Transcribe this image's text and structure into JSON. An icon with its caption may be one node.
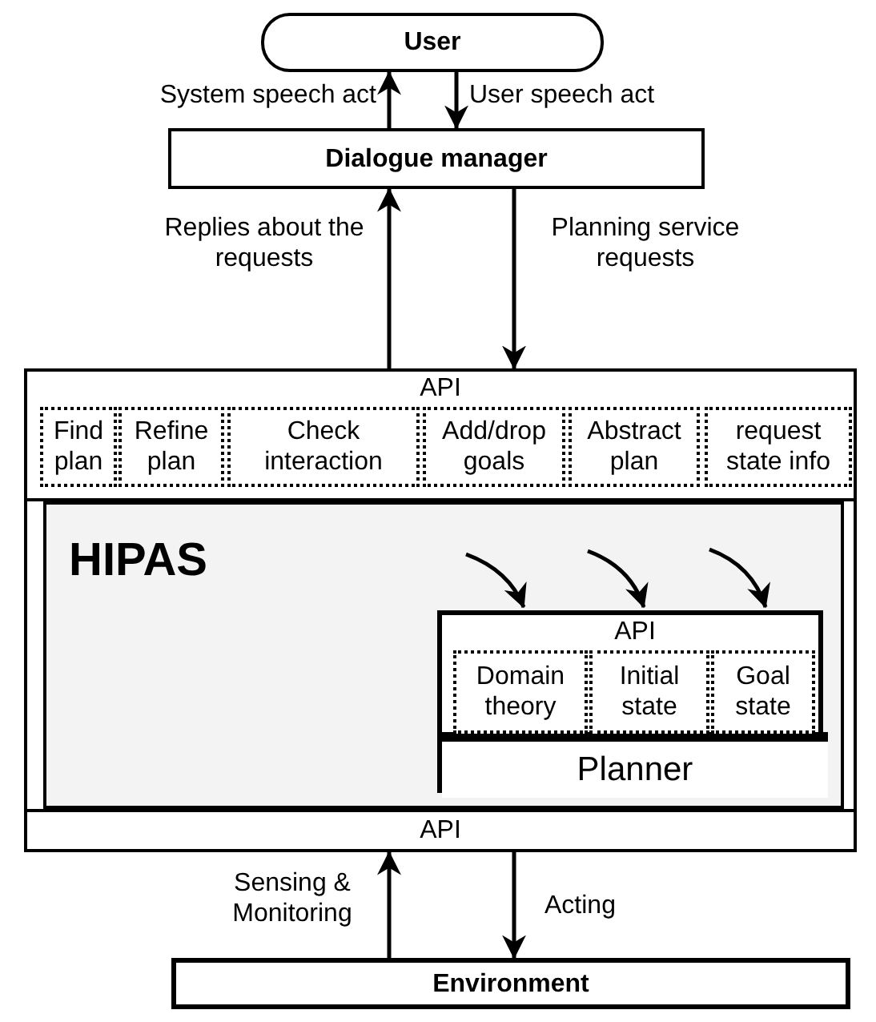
{
  "diagram": {
    "nodes": [
      {
        "text": [
          "User"
        ]
      },
      {
        "text": [
          "Dialogue manager"
        ]
      },
      {
        "text": [
          "API"
        ]
      },
      {
        "text": [
          "Find plan"
        ],
        "in": 2
      },
      {
        "text": [
          "Refine plan"
        ],
        "in": 2
      },
      {
        "text": [
          "Check interaction"
        ],
        "in": 2
      },
      {
        "text": [
          "Add/drop goals"
        ],
        "in": 2
      },
      {
        "text": [
          "Abstract plan"
        ],
        "in": 2
      },
      {
        "text": [
          "request state info"
        ],
        "in": 2
      },
      {
        "text": [
          "HIPAS"
        ]
      },
      {
        "text": [],
        "shape": "box",
        "in": 9
      },
      {
        "text": [
          "API"
        ],
        "in": 10
      },
      {
        "text": [
          "Domain theory"
        ],
        "in": 11
      },
      {
        "text": [
          "Initial state"
        ],
        "in": 11
      },
      {
        "text": [
          "Goal state"
        ],
        "in": 11
      },
      {
        "text": [
          "Planner"
        ],
        "in": 10
      },
      {
        "text": [
          "API"
        ]
      },
      {
        "text": [
          "Environment"
        ]
      }
    ],
    "edges": [
      {
        "from": 1,
        "to": 0,
        "arrow": "to",
        "label": "System speech act"
      },
      {
        "from": 0,
        "to": 1,
        "arrow": "to",
        "label": "User speech act"
      },
      {
        "from": 2,
        "to": 1,
        "arrow": "to",
        "label": "Replies about the requests"
      },
      {
        "from": 1,
        "to": 2,
        "arrow": "to",
        "label": "Planning service requests"
      },
      {
        "from": null,
        "to": 11,
        "arrow": "to"
      },
      {
        "from": null,
        "to": 11,
        "arrow": "to"
      },
      {
        "from": null,
        "to": 11,
        "arrow": "to"
      },
      {
        "from": 17,
        "to": 16,
        "arrow": "to",
        "label": "Sensing & Monitoring"
      },
      {
        "from": 16,
        "to": 17,
        "arrow": "to",
        "label": "Acting"
      }
    ]
  }
}
